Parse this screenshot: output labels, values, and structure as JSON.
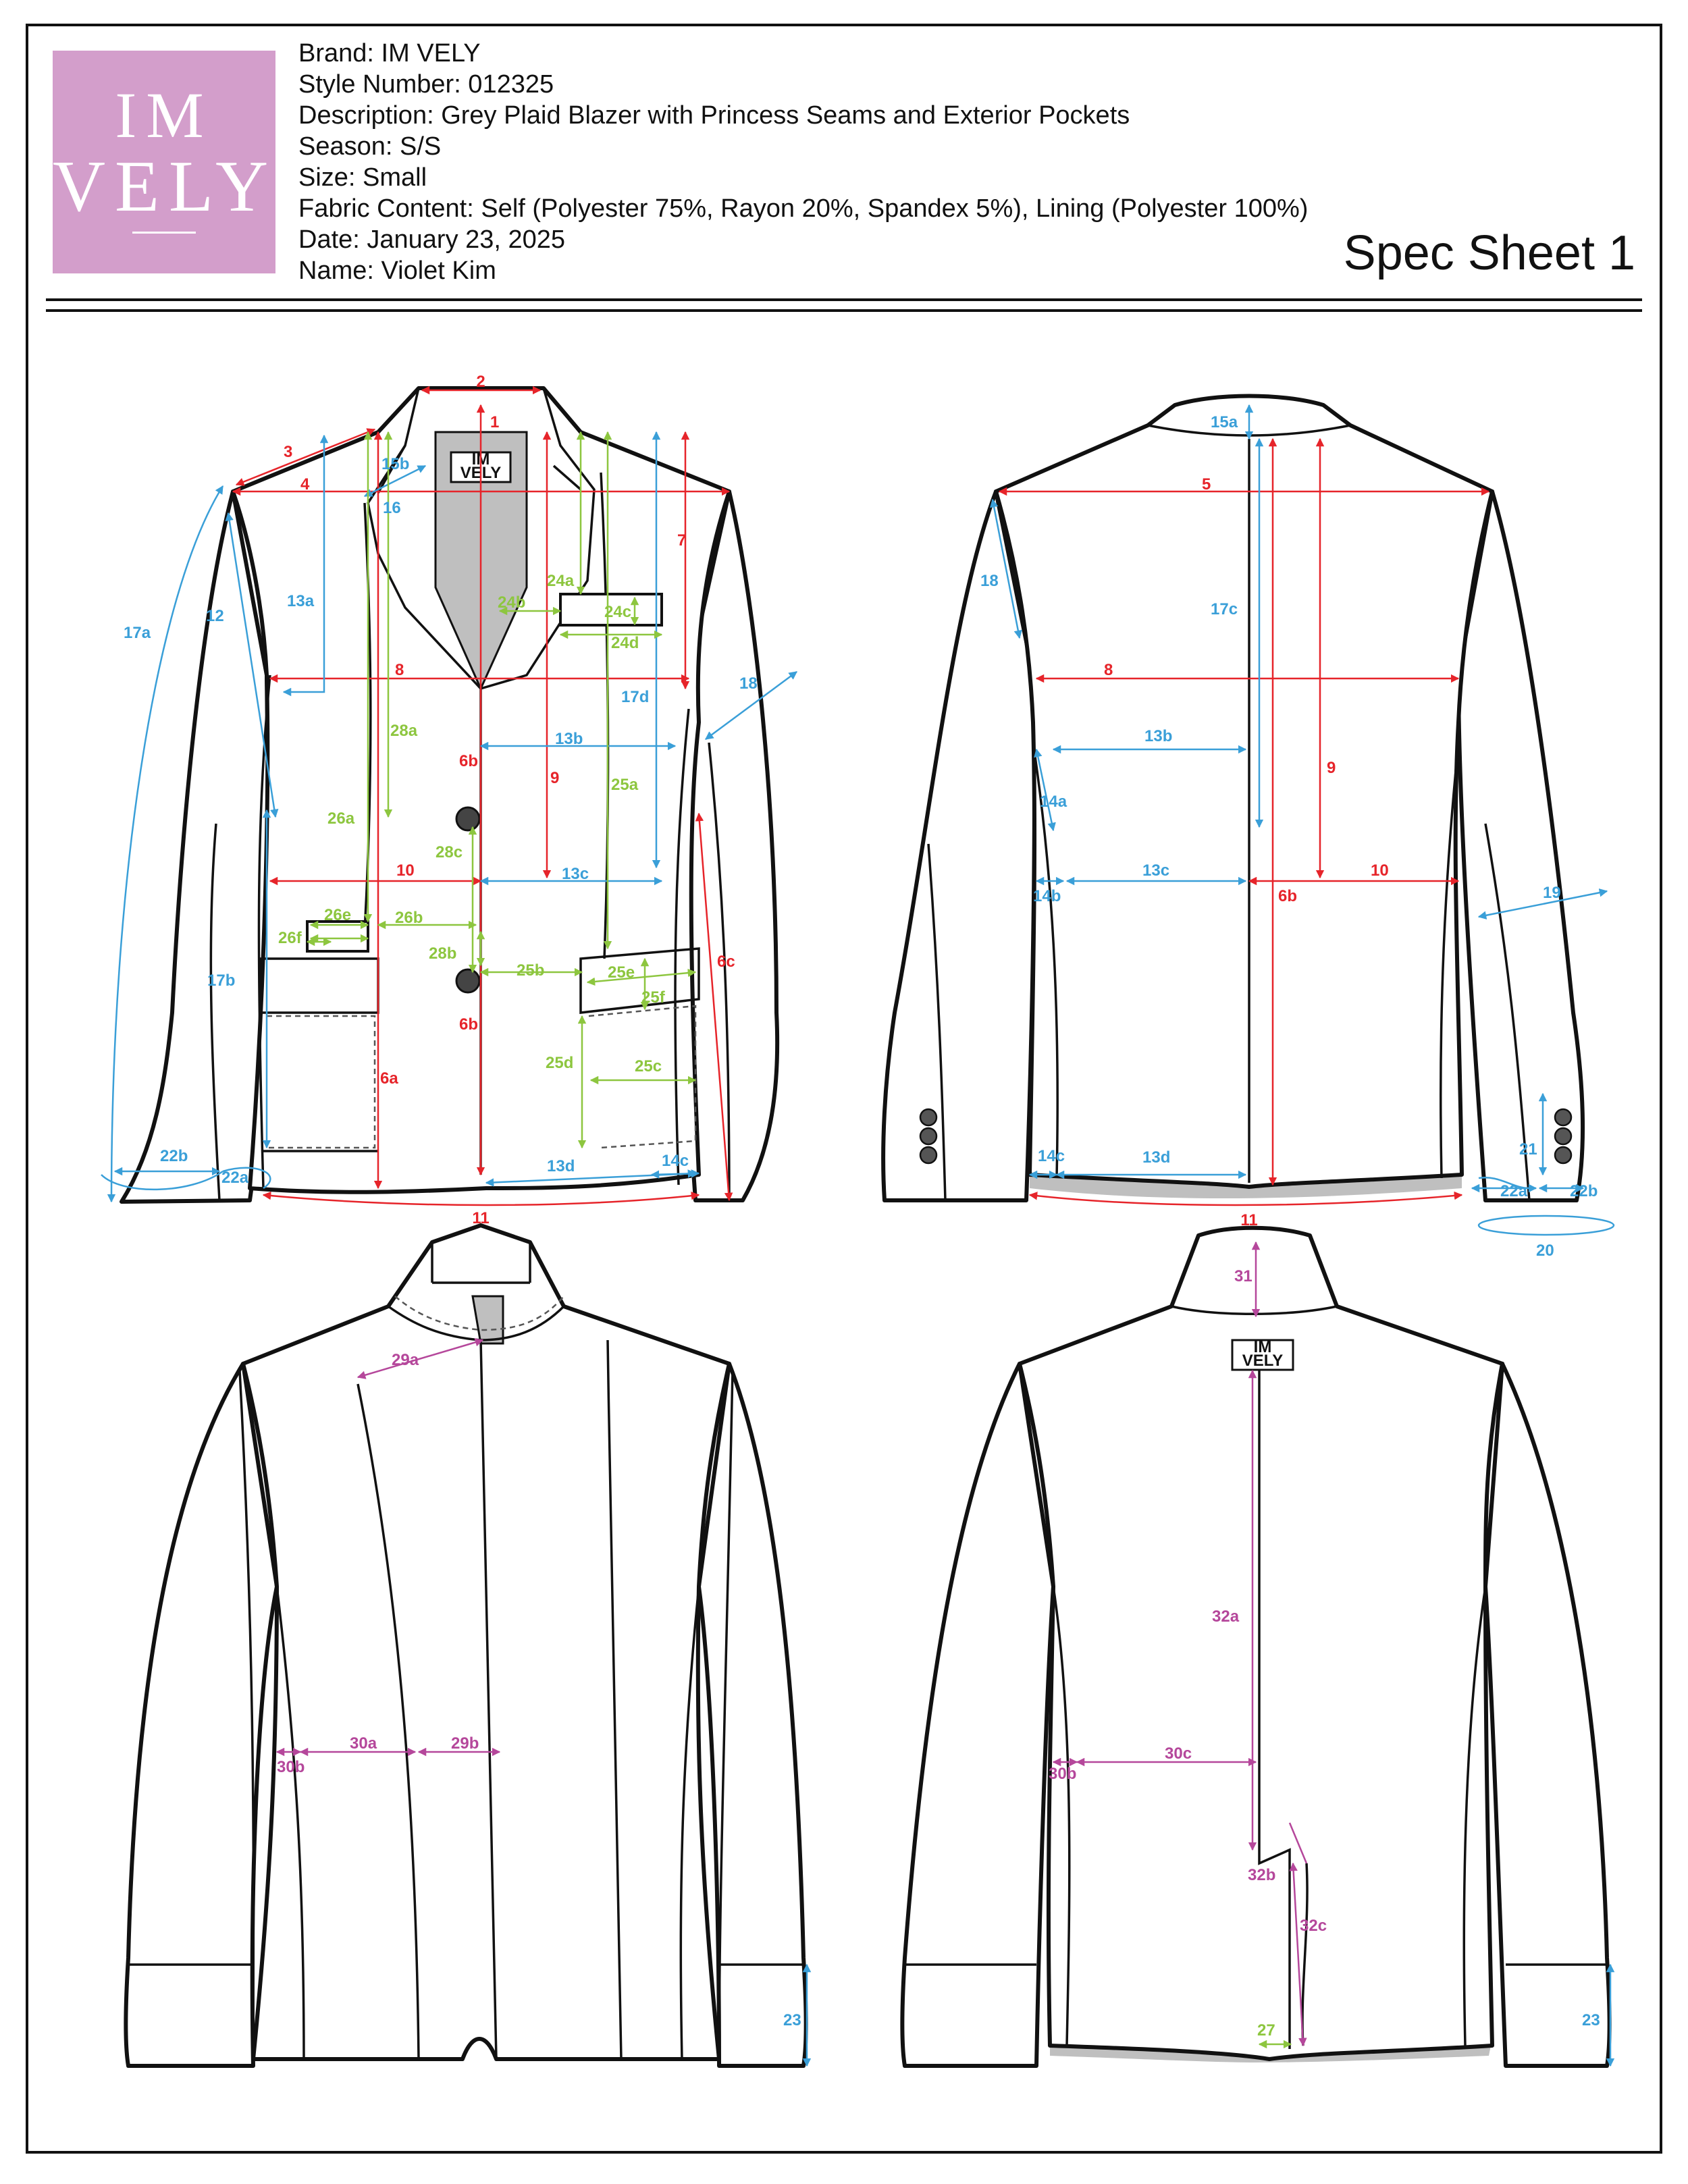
{
  "header": {
    "brand": "Brand: IM VELY",
    "style_number": "Style Number: 012325",
    "description": "Description: Grey Plaid Blazer with Princess Seams and Exterior Pockets",
    "season": "Season: S/S",
    "size": "Size: Small",
    "fabric": "Fabric Content: Self (Polyester 75%, Rayon 20%, Spandex 5%), Lining (Polyester 100%)",
    "date": "Date: January 23, 2025",
    "name": "Name: Violet Kim",
    "sheet_title": "Spec Sheet 1"
  },
  "logo": {
    "line1": "IM",
    "line2": "VELY",
    "color": "#d39ecb"
  },
  "label_tag": {
    "line1": "IM",
    "line2": "VELY"
  },
  "colors": {
    "red": "#e6242a",
    "blue": "#3a9fd8",
    "green": "#8dc63f",
    "purple": "#b5479b"
  },
  "measure_labels": {
    "front": [
      "1",
      "2",
      "3",
      "4",
      "7",
      "8",
      "9",
      "10",
      "11",
      "6a",
      "6b",
      "6b",
      "6c",
      "12",
      "13a",
      "13b",
      "13c",
      "13d",
      "14c",
      "15b",
      "16",
      "17a",
      "17b",
      "17d",
      "18",
      "22b",
      "22a",
      "24a",
      "24b",
      "24c",
      "24d",
      "25a",
      "25b",
      "25c",
      "25d",
      "25e",
      "25f",
      "26a",
      "26b",
      "26e",
      "26f",
      "28a",
      "28b",
      "28c"
    ],
    "back": [
      "5",
      "8",
      "9",
      "10",
      "11",
      "6b",
      "13b",
      "13c",
      "13d",
      "14a",
      "14b",
      "14c",
      "15a",
      "17c",
      "18",
      "19",
      "20",
      "21",
      "22a",
      "22b"
    ],
    "lining_front": [
      "29a",
      "29b",
      "30a",
      "30b",
      "23"
    ],
    "lining_back": [
      "31",
      "32a",
      "32b",
      "32c",
      "30b",
      "30c",
      "27",
      "23"
    ]
  }
}
